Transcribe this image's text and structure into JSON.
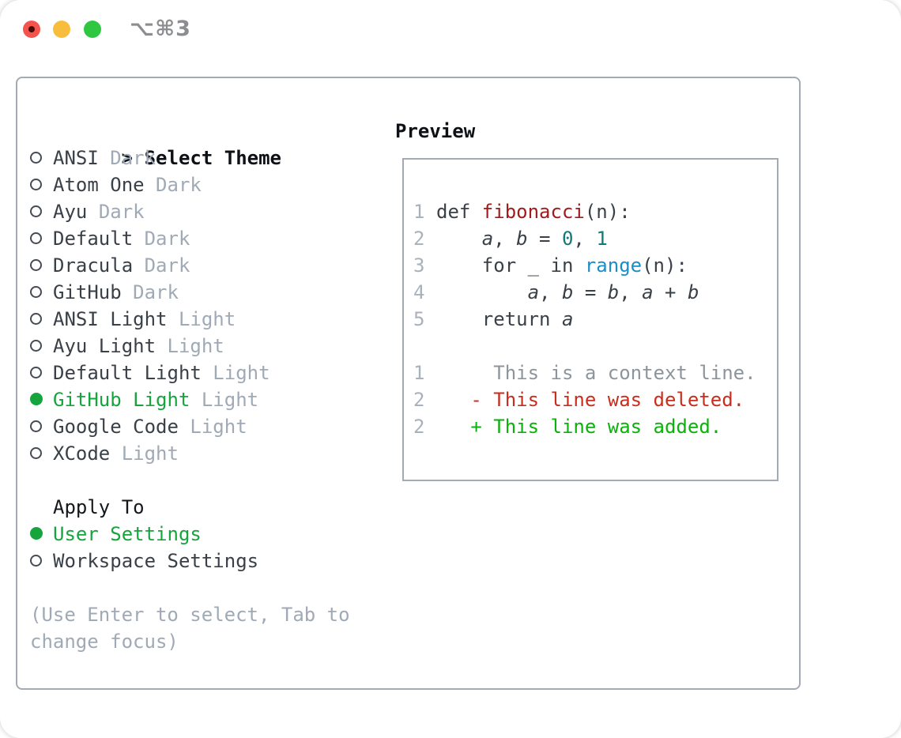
{
  "window": {
    "title": "⌥⌘3",
    "traffic_lights": [
      "close",
      "minimize",
      "zoom"
    ]
  },
  "colors": {
    "close_red": "#f3544e",
    "minimize_yellow": "#f8bd3c",
    "zoom_green": "#2fc742",
    "border_gray": "#a3aab4",
    "selection_green": "#16a53c",
    "function_red": "#a21b1b",
    "number_teal": "#0f7b7b",
    "builtin_blue": "#1a8ec9",
    "deleted_red": "#c92d1d",
    "added_green": "#0ab20a"
  },
  "theme_picker": {
    "header_prefix": ">",
    "header": "Select Theme",
    "items": [
      {
        "name": "ANSI",
        "variant": "Dark",
        "selected": false
      },
      {
        "name": "Atom One",
        "variant": "Dark",
        "selected": false
      },
      {
        "name": "Ayu",
        "variant": "Dark",
        "selected": false
      },
      {
        "name": "Default",
        "variant": "Dark",
        "selected": false
      },
      {
        "name": "Dracula",
        "variant": "Dark",
        "selected": false
      },
      {
        "name": "GitHub",
        "variant": "Dark",
        "selected": false
      },
      {
        "name": "ANSI Light",
        "variant": "Light",
        "selected": false
      },
      {
        "name": "Ayu Light",
        "variant": "Light",
        "selected": false
      },
      {
        "name": "Default Light",
        "variant": "Light",
        "selected": false
      },
      {
        "name": "GitHub Light",
        "variant": "Light",
        "selected": true
      },
      {
        "name": "Google Code",
        "variant": "Light",
        "selected": false
      },
      {
        "name": "XCode",
        "variant": "Light",
        "selected": false
      }
    ],
    "apply_to": {
      "header": "Apply To",
      "options": [
        {
          "label": "User Settings",
          "selected": true
        },
        {
          "label": "Workspace Settings",
          "selected": false
        }
      ]
    },
    "hint_lines": [
      "(Use Enter to select, Tab to",
      "change focus)"
    ]
  },
  "preview": {
    "header": "Preview",
    "code_lines": [
      {
        "num": "1",
        "segments": [
          [
            "def ",
            "code"
          ],
          [
            "fibonacci",
            "func"
          ],
          [
            "(n):",
            "code"
          ]
        ]
      },
      {
        "num": "2",
        "segments": [
          [
            "    ",
            "code"
          ],
          [
            "a",
            "var"
          ],
          [
            ", ",
            "code"
          ],
          [
            "b",
            "var"
          ],
          [
            " = ",
            "code"
          ],
          [
            "0",
            "num"
          ],
          [
            ", ",
            "code"
          ],
          [
            "1",
            "num"
          ]
        ]
      },
      {
        "num": "3",
        "segments": [
          [
            "    for _ in ",
            "code"
          ],
          [
            "range",
            "builtin"
          ],
          [
            "(n):",
            "code"
          ]
        ]
      },
      {
        "num": "4",
        "segments": [
          [
            "        ",
            "code"
          ],
          [
            "a",
            "var"
          ],
          [
            ", ",
            "code"
          ],
          [
            "b",
            "var"
          ],
          [
            " = ",
            "code"
          ],
          [
            "b",
            "var"
          ],
          [
            ", ",
            "code"
          ],
          [
            "a",
            "var"
          ],
          [
            " + ",
            "code"
          ],
          [
            "b",
            "var"
          ]
        ]
      },
      {
        "num": "5",
        "segments": [
          [
            "    return ",
            "code"
          ],
          [
            "a",
            "var"
          ]
        ]
      },
      {
        "num": "",
        "segments": []
      },
      {
        "num": "1",
        "segments": [
          [
            "     This is a context line.",
            "ctx"
          ]
        ]
      },
      {
        "num": "2",
        "segments": [
          [
            "   - This line was deleted.",
            "del"
          ]
        ]
      },
      {
        "num": "2",
        "segments": [
          [
            "   + This line was added.",
            "add"
          ]
        ]
      }
    ]
  }
}
